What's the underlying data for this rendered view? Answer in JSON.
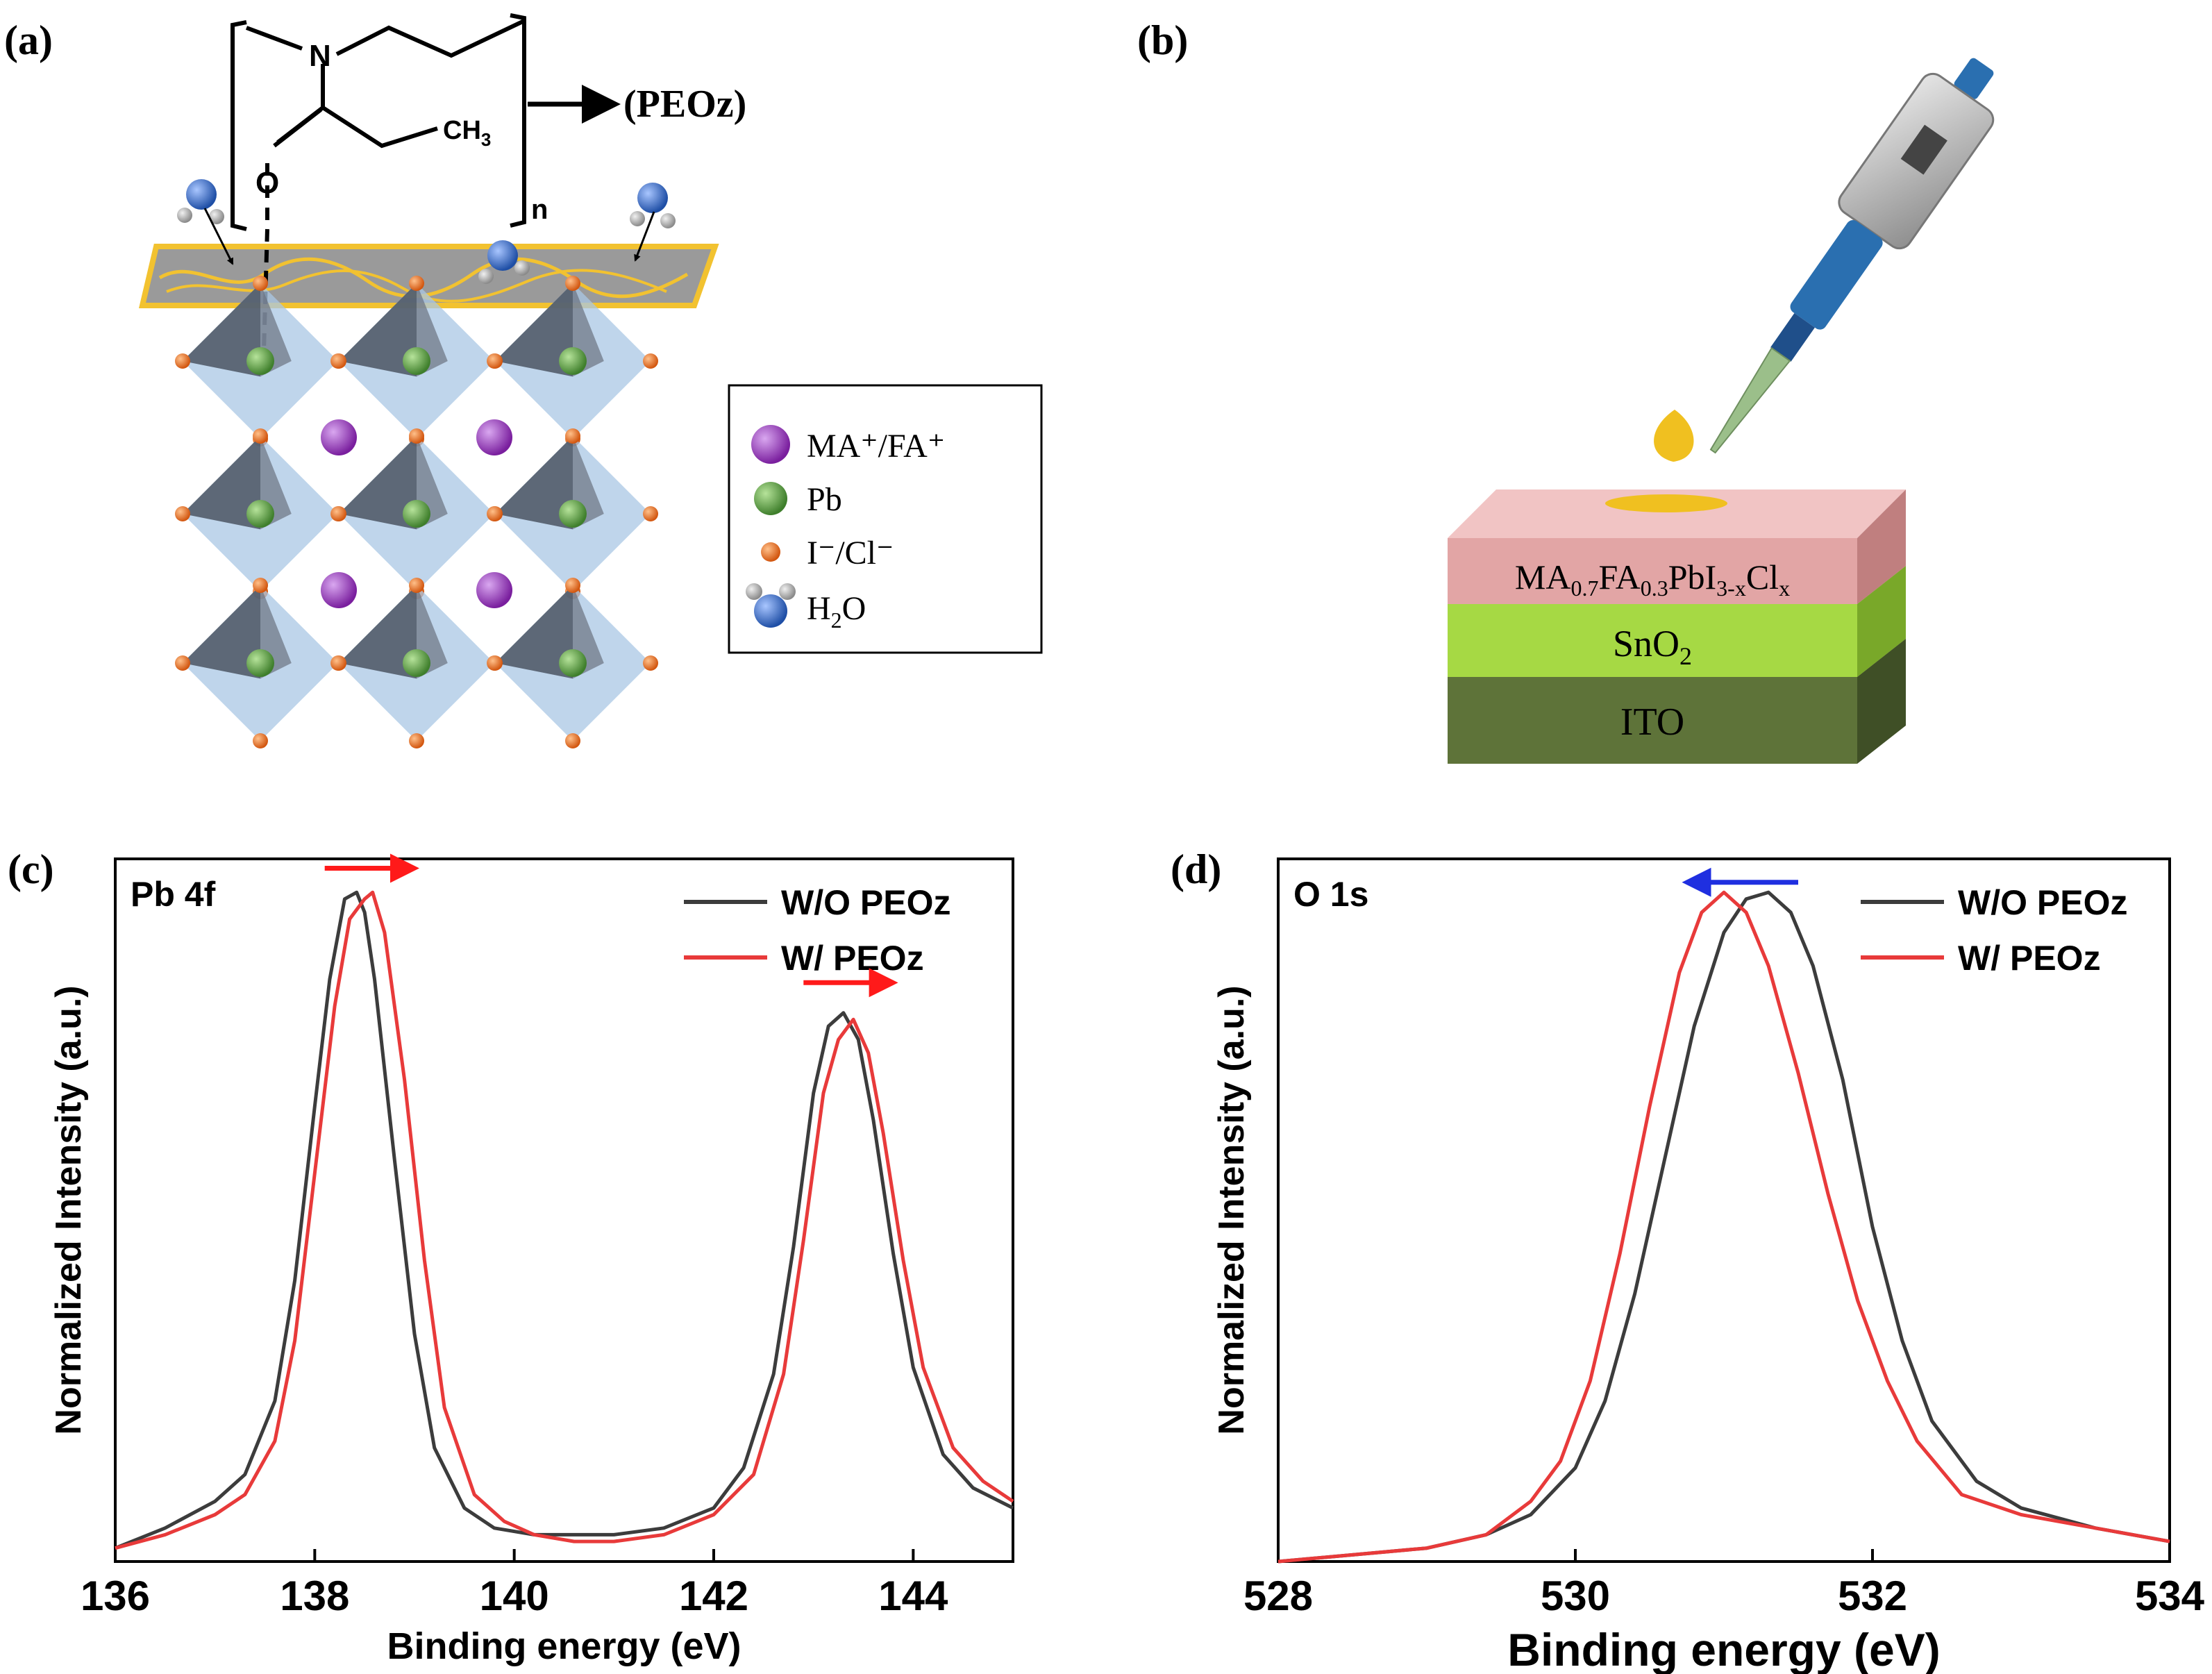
{
  "panels": {
    "a": {
      "label": "(a)",
      "polymer_name": "(PEOz)",
      "atoms": {
        "nitrogen": "N",
        "oxygen": "O",
        "methyl": "CH",
        "methyl_sub": "3",
        "repeat": "n"
      },
      "legend": [
        {
          "key": "cation",
          "text": "MA⁺/FA⁺",
          "color": "#8a2ea8"
        },
        {
          "key": "pb",
          "text": "Pb",
          "color": "#4f8f3a"
        },
        {
          "key": "halide",
          "text": "I⁻/Cl⁻",
          "color": "#e06a1c"
        },
        {
          "key": "water",
          "text": "H",
          "sub": "2",
          "tail": "O",
          "color": "#2f63b8"
        }
      ]
    },
    "b": {
      "label": "(b)",
      "layers": {
        "top": {
          "main": "MA",
          "s1": "0.7",
          "m2": "FA",
          "s2": "0.3",
          "m3": "PbI",
          "s3": "3-x",
          "m4": "Cl",
          "s4": "x",
          "color": "#e2a5a5"
        },
        "middle": {
          "main": "SnO",
          "sub": "2",
          "color": "#a6d944"
        },
        "bottom": {
          "main": "ITO",
          "color": "#5e7339"
        }
      }
    }
  },
  "chart_data": [
    {
      "panel_label": "(c)",
      "type": "line",
      "annotation": "Pb 4f",
      "xlabel": "Binding energy (eV)",
      "ylabel": "Normalized Intensity (a.u.)",
      "xlim": [
        136,
        145
      ],
      "ylim": [
        0,
        1.05
      ],
      "xticks": [
        136,
        138,
        140,
        142,
        144
      ],
      "yticks": [],
      "grid": false,
      "legend_position": "top-right",
      "series": [
        {
          "name": "W/O PEOz",
          "color": "#3c3c3c",
          "x": [
            136,
            136.5,
            137,
            137.3,
            137.6,
            137.8,
            138,
            138.15,
            138.3,
            138.42,
            138.5,
            138.6,
            138.8,
            139,
            139.2,
            139.5,
            139.8,
            140.2,
            140.6,
            141,
            141.5,
            142,
            142.3,
            142.6,
            142.8,
            143,
            143.15,
            143.3,
            143.45,
            143.6,
            143.8,
            144,
            144.3,
            144.6,
            145
          ],
          "y": [
            0.02,
            0.05,
            0.09,
            0.13,
            0.24,
            0.42,
            0.68,
            0.87,
            0.99,
            1.0,
            0.97,
            0.87,
            0.6,
            0.34,
            0.17,
            0.08,
            0.05,
            0.04,
            0.04,
            0.04,
            0.05,
            0.08,
            0.14,
            0.28,
            0.47,
            0.7,
            0.8,
            0.82,
            0.78,
            0.66,
            0.46,
            0.29,
            0.16,
            0.11,
            0.08
          ]
        },
        {
          "name": "W/    PEOz",
          "color": "#e83a3a",
          "x": [
            136,
            136.5,
            137,
            137.3,
            137.6,
            137.8,
            138,
            138.2,
            138.35,
            138.5,
            138.58,
            138.7,
            138.9,
            139.1,
            139.3,
            139.6,
            139.9,
            140.2,
            140.6,
            141,
            141.5,
            142,
            142.4,
            142.7,
            142.9,
            143.1,
            143.25,
            143.4,
            143.55,
            143.7,
            143.9,
            144.1,
            144.4,
            144.7,
            145
          ],
          "y": [
            0.02,
            0.04,
            0.07,
            0.1,
            0.18,
            0.33,
            0.58,
            0.83,
            0.96,
            0.99,
            1.0,
            0.94,
            0.72,
            0.45,
            0.23,
            0.1,
            0.06,
            0.04,
            0.03,
            0.03,
            0.04,
            0.07,
            0.13,
            0.28,
            0.48,
            0.7,
            0.78,
            0.81,
            0.76,
            0.64,
            0.45,
            0.29,
            0.17,
            0.12,
            0.09
          ]
        }
      ]
    },
    {
      "panel_label": "(d)",
      "type": "line",
      "annotation": "O 1s",
      "xlabel": "Binding energy (eV)",
      "ylabel": "Normalized Intensity (a.u.)",
      "xlim": [
        528,
        534
      ],
      "ylim": [
        0,
        1.05
      ],
      "xticks": [
        528,
        530,
        532,
        534
      ],
      "yticks": [],
      "grid": false,
      "legend_position": "top-right",
      "series": [
        {
          "name": "W/O PEOz",
          "color": "#3c3c3c",
          "x": [
            528,
            528.5,
            529,
            529.4,
            529.7,
            530,
            530.2,
            530.4,
            530.6,
            530.8,
            531,
            531.15,
            531.3,
            531.45,
            531.6,
            531.8,
            532,
            532.2,
            532.4,
            532.7,
            533,
            533.5,
            534
          ],
          "y": [
            0.0,
            0.01,
            0.02,
            0.04,
            0.07,
            0.14,
            0.24,
            0.4,
            0.6,
            0.8,
            0.94,
            0.99,
            1.0,
            0.97,
            0.89,
            0.72,
            0.5,
            0.33,
            0.21,
            0.12,
            0.08,
            0.05,
            0.03
          ]
        },
        {
          "name": "W/    PEOz",
          "color": "#e83a3a",
          "x": [
            528,
            528.5,
            529,
            529.4,
            529.7,
            529.9,
            530.1,
            530.3,
            530.5,
            530.7,
            530.85,
            531,
            531.15,
            531.3,
            531.5,
            531.7,
            531.9,
            532.1,
            532.3,
            532.6,
            533,
            533.5,
            534
          ],
          "y": [
            0.0,
            0.01,
            0.02,
            0.04,
            0.09,
            0.15,
            0.27,
            0.46,
            0.68,
            0.88,
            0.97,
            1.0,
            0.97,
            0.89,
            0.73,
            0.55,
            0.39,
            0.27,
            0.18,
            0.1,
            0.07,
            0.05,
            0.03
          ]
        }
      ],
      "arrow_color": "#1f2fe0"
    }
  ],
  "arrows": {
    "c_color": "#ff1a1a",
    "d_color": "#1f2fe0"
  }
}
